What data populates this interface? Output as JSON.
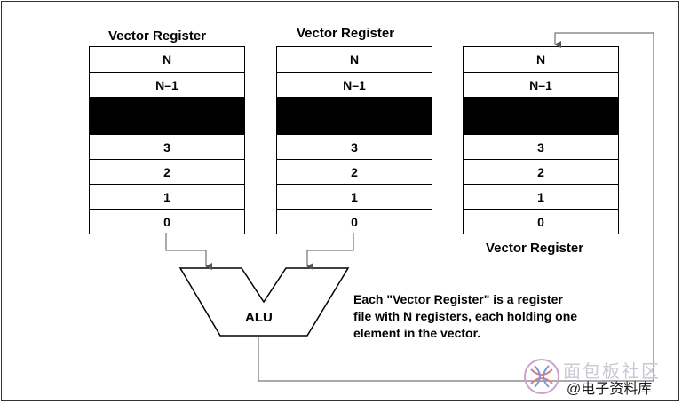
{
  "registers": [
    {
      "title": "Vector Register",
      "cells": [
        "N",
        "N–1",
        "",
        "3",
        "2",
        "1",
        "0"
      ]
    },
    {
      "title": "Vector Register",
      "cells": [
        "N",
        "N–1",
        "",
        "3",
        "2",
        "1",
        "0"
      ]
    },
    {
      "title": "Vector Register",
      "cells": [
        "N",
        "N–1",
        "",
        "3",
        "2",
        "1",
        "0"
      ]
    }
  ],
  "alu": {
    "label": "ALU"
  },
  "note": {
    "lines": [
      "Each \"Vector Register\" is a register",
      "file with N registers, each holding one",
      "element in the vector."
    ]
  },
  "watermark": {
    "line1": "面包板社区",
    "line2": "@电子资料库"
  },
  "colors": {
    "stroke": "#000000",
    "arrow": "#555555",
    "background": "#ffffff"
  }
}
